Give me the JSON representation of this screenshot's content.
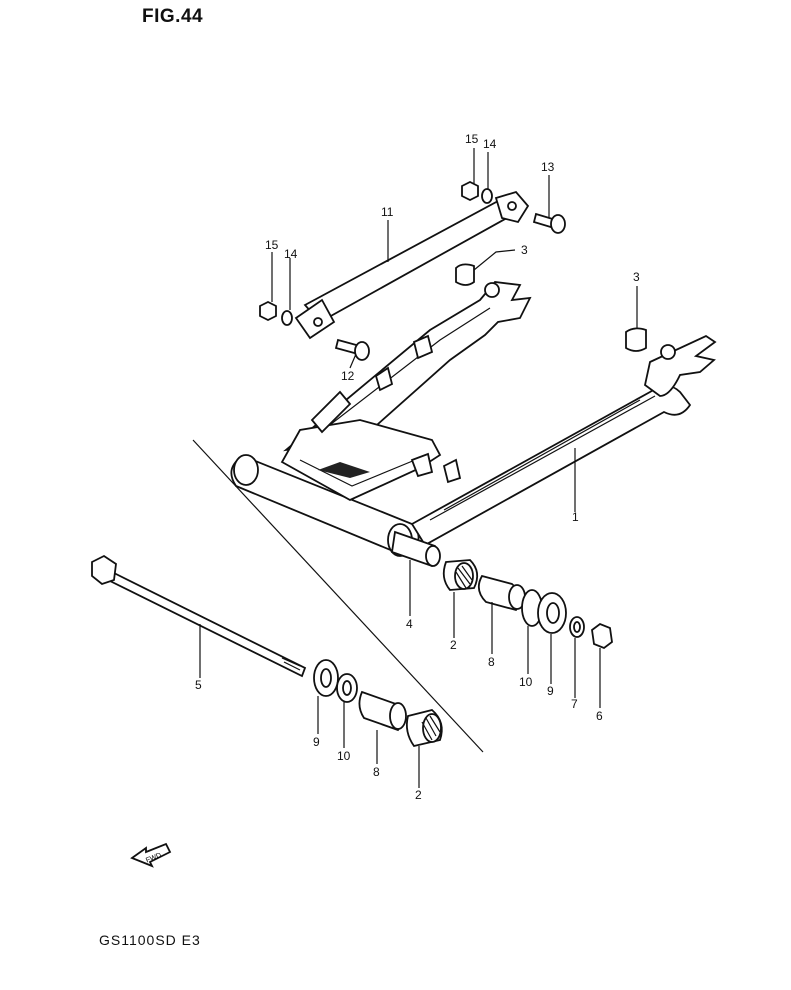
{
  "figure_title": "FIG.44",
  "model_code": "GS1100SD E3",
  "fwd_label": "FWD",
  "callouts": [
    {
      "id": "c15a",
      "text": "15"
    },
    {
      "id": "c14a",
      "text": "14"
    },
    {
      "id": "c13",
      "text": "13"
    },
    {
      "id": "c11",
      "text": "11"
    },
    {
      "id": "c3a",
      "text": "3"
    },
    {
      "id": "c15b",
      "text": "15"
    },
    {
      "id": "c14b",
      "text": "14"
    },
    {
      "id": "c3b",
      "text": "3"
    },
    {
      "id": "c12",
      "text": "12"
    },
    {
      "id": "c1",
      "text": "1"
    },
    {
      "id": "c4",
      "text": "4"
    },
    {
      "id": "c2a",
      "text": "2"
    },
    {
      "id": "c8a",
      "text": "8"
    },
    {
      "id": "c10a",
      "text": "10"
    },
    {
      "id": "c9a",
      "text": "9"
    },
    {
      "id": "c7",
      "text": "7"
    },
    {
      "id": "c6",
      "text": "6"
    },
    {
      "id": "c5",
      "text": "5"
    },
    {
      "id": "c9b",
      "text": "9"
    },
    {
      "id": "c10b",
      "text": "10"
    },
    {
      "id": "c8b",
      "text": "8"
    },
    {
      "id": "c2b",
      "text": "2"
    }
  ]
}
